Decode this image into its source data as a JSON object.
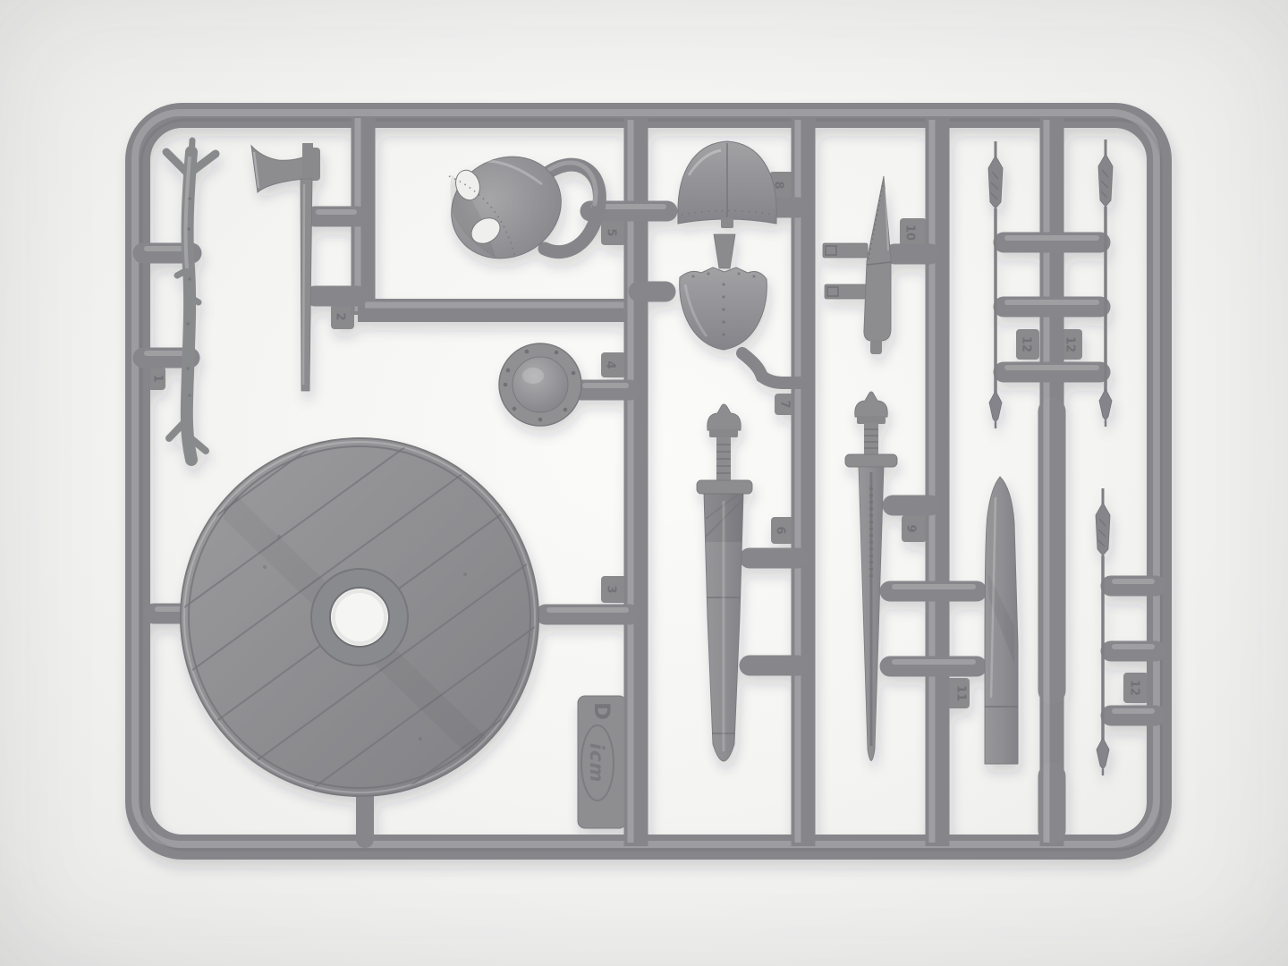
{
  "scene": {
    "subject": "gray plastic injection-molded model kit sprue with viking weapons and armour parts on white background",
    "plastic_color": "#8b8b8e",
    "plastic_dark": "#75757a",
    "plastic_light": "#a6a6a8",
    "background_color": "#f4f4f2"
  },
  "branding": {
    "logo_text": "icm",
    "sprue_letter": "D"
  },
  "tabs": [
    {
      "number": "1"
    },
    {
      "number": "2"
    },
    {
      "number": "3"
    },
    {
      "number": "4"
    },
    {
      "number": "5"
    },
    {
      "number": "6"
    },
    {
      "number": "7"
    },
    {
      "number": "8"
    },
    {
      "number": "9"
    },
    {
      "number": "10"
    },
    {
      "number": "11"
    },
    {
      "number": "12"
    },
    {
      "number": "12"
    },
    {
      "number": "12"
    }
  ],
  "parts": [
    {
      "number": "1",
      "name": "knotted branch pole"
    },
    {
      "number": "2",
      "name": "bearded axe"
    },
    {
      "number": "3",
      "name": "round plank shield with center hole"
    },
    {
      "number": "4",
      "name": "shield boss"
    },
    {
      "number": "5",
      "name": "spectacle helmet"
    },
    {
      "number": "6",
      "name": "sword in scabbard"
    },
    {
      "number": "7",
      "name": "helmet lower half with nasal"
    },
    {
      "number": "8",
      "name": "helmet upper dome"
    },
    {
      "number": "9",
      "name": "viking sword"
    },
    {
      "number": "10",
      "name": "seax knife in sheath with belt straps"
    },
    {
      "number": "11",
      "name": "spearhead blade"
    },
    {
      "number": "12",
      "name": "arrow",
      "quantity": "3"
    }
  ]
}
